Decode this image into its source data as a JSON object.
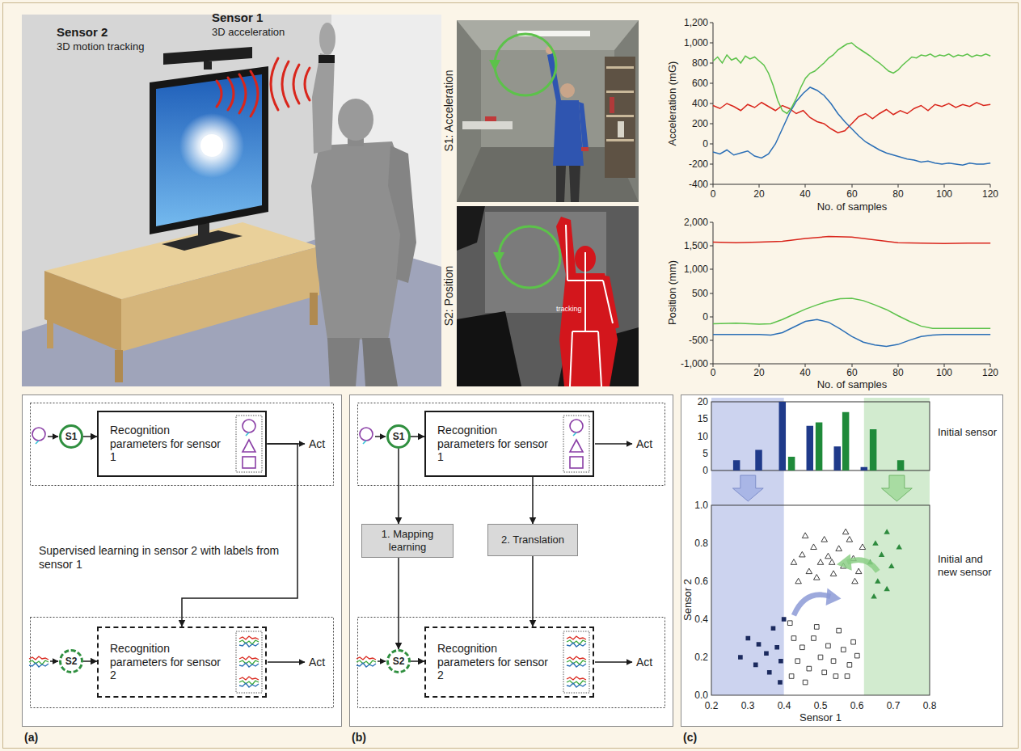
{
  "diagram": {
    "nodes": [
      {
        "text": [
          "S1"
        ]
      },
      {
        "text": [
          "Recognition parameters for sensor 1"
        ]
      },
      {
        "text": [
          "S2"
        ]
      },
      {
        "text": [
          "Recognition parameters for sensor 2"
        ]
      },
      {
        "text": [
          "S1"
        ]
      },
      {
        "text": [
          "Recognition parameters for sensor 1"
        ]
      },
      {
        "text": [
          "1. Mapping learning"
        ]
      },
      {
        "text": [
          "2. Translation"
        ]
      },
      {
        "text": [
          "S2"
        ]
      },
      {
        "text": [
          "Recognition parameters for sensor 2"
        ]
      }
    ],
    "edges": [
      {
        "from": 0,
        "to": 1,
        "arrow": "to"
      },
      {
        "from": 1,
        "to": 3,
        "arrow": "to"
      },
      {
        "from": 2,
        "to": 3,
        "arrow": "to"
      },
      {
        "from": 4,
        "to": 5,
        "arrow": "to"
      },
      {
        "from": 4,
        "to": 6,
        "arrow": "to"
      },
      {
        "from": 6,
        "to": 8,
        "arrow": "to"
      },
      {
        "from": 5,
        "to": 7,
        "arrow": "to"
      },
      {
        "from": 7,
        "to": 9,
        "arrow": "to"
      },
      {
        "from": 8,
        "to": 9,
        "arrow": "to"
      }
    ],
    "labels": [
      "Sensor 2",
      "3D motion tracking",
      "Sensor 1",
      "3D acceleration",
      "S1: Acceleration",
      "S2: Position",
      "tracking",
      "1,200",
      "1,000",
      "800",
      "600",
      "400",
      "200",
      "0",
      "-200",
      "-400",
      "Acceleration (mG)",
      "0",
      "20",
      "40",
      "60",
      "80",
      "100",
      "120",
      "No. of samples",
      "2,000",
      "1,500",
      "1,000",
      "500",
      "0",
      "-500",
      "-1,000",
      "Position (mm)",
      "0",
      "20",
      "40",
      "60",
      "80",
      "100",
      "120",
      "No. of samples",
      "Act",
      "Supervised learning in sensor 2 with labels from sensor 1",
      "Act",
      "Act",
      "Act",
      "20",
      "15",
      "10",
      "5",
      "0",
      "Initial sensor",
      "1.0",
      "0.8",
      "0.6",
      "0.4",
      "0.2",
      "0.0",
      "0.2",
      "0.3",
      "0.4",
      "0.5",
      "0.6",
      "0.7",
      "0.8",
      "Sensor 1",
      "Sensor 2",
      "Initial and new sensor",
      "(a)",
      "(b)",
      "(c)"
    ]
  }
}
